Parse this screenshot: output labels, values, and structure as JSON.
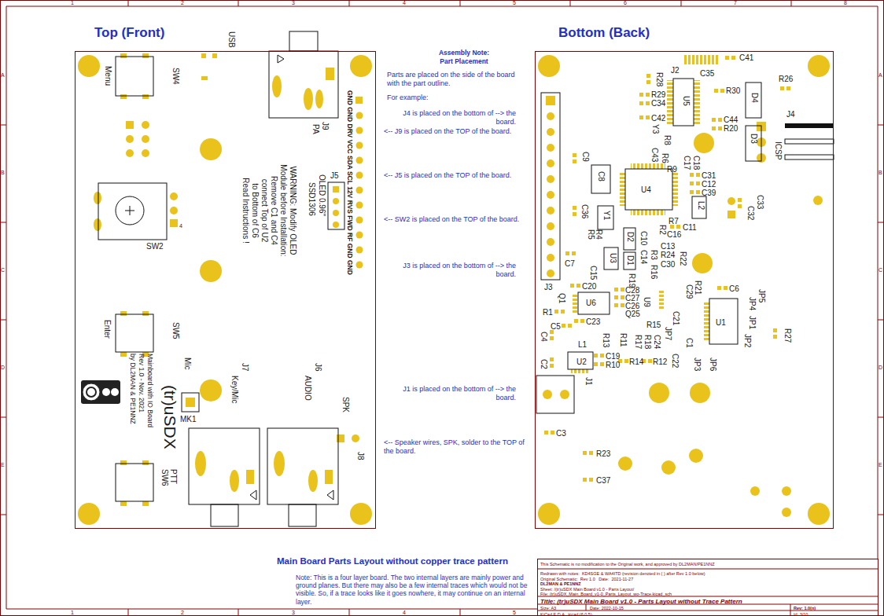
{
  "diagram": {
    "title": "Main Board Parts Layout without copper trace pattern",
    "caption": "Note: This is a four layer board. The two internal layers are mainly power and ground planes. But there may also be a few internal traces which would not be visible. So, if a trace looks like it goes nowhere, it may continue on an internal layer.",
    "nodes": [
      {
        "text": [
          "Top (Front)"
        ]
      },
      {
        "text": [
          "Bottom (Back)"
        ]
      },
      {
        "text": [
          "This Schematic is no modification to the Original work, and approved by DL2MAN/PE1NNZ",
          "Redrawn with notes:  KD4SGE & WA4ITD (revision denoted in ( ) after Rev 1.0 below)",
          "Original Schematic:  Rev 1.0   Date:  2021-11-27",
          "DL2MAN & PE1NNZ",
          "Sheet: /(tr)uSDX Main Board v1.0 - Parts Layout/",
          "File: (tr)uSDX_Main_Board_v1-0_Parts_Layout_wo-Trace.kicad_sch",
          "Title: (tr)uSDX Main Board v1.0 - Parts Layout without Trace Pattern",
          "Size: A3",
          "Date: 2022-10-15",
          "Rev: 1.0(n)",
          "KiCad E.D.A.  kicad (6.0.5)",
          "Id: 3/10"
        ]
      }
    ],
    "labels": [
      "1",
      "2",
      "3",
      "4",
      "5",
      "6",
      "7",
      "8",
      "1",
      "2",
      "3",
      "4",
      "5",
      "A",
      "B",
      "C",
      "D",
      "E",
      "A",
      "B",
      "C",
      "D",
      "E",
      "Menu",
      "SW4",
      "SW2",
      "4",
      "Enter",
      "SW5",
      "PTT",
      "SW6",
      "Mainboard with IO Board",
      "Rev 1.0 - Nov. 2021",
      "by DL2MAN & PE1NNZ",
      "(tr)uSDX",
      "Mic",
      "MK1",
      "J7",
      "Key/Mic",
      "J6",
      "AUDIO",
      "SPK",
      "J8",
      "USB",
      "J9",
      "PA",
      "GND GND DRV VCC SDA SCL 12V RVS FWD RF GND GND",
      "J5",
      "OLED 0.96\"",
      "SSD1306",
      "WARNING: Modify OLED",
      "Module before Installation:",
      "Remove C1 and C4",
      "connect Top of U2",
      "to Bottom of C6",
      "Read Instructions !",
      "Assembly Note:",
      "Part Placement",
      "Parts are placed on the side of the board with the part outline.",
      "For example:",
      "J4 is placed on the bottom of --> the board.",
      "<-- J9 is placed on the TOP of the board.",
      "<-- J5 is placed on the TOP of the board.",
      "<-- SW2 is placed on the TOP of the board.",
      "J3 is placed on the bottom of --> the board.",
      "J1 is placed on the bottom of --> the board.",
      "<-- Speaker wires, SPK, solder to the TOP of the board.",
      "J2",
      "C41",
      "R28",
      "C35",
      "R26",
      "R29",
      "C34",
      "U5",
      "R30",
      "D4",
      "J4",
      "C42",
      "C44",
      "R20",
      "Y3",
      "R8",
      "D3",
      "ICSP",
      "C43",
      "R6",
      "R9",
      "C17",
      "C18",
      "C9",
      "C8",
      "U4",
      "C31",
      "C12",
      "C39",
      "L2",
      "C33",
      "C32",
      "R7",
      "C36",
      "Y1",
      "C11",
      "R2",
      "C16",
      "R5",
      "R4",
      "D2",
      "C10",
      "C13",
      "R24",
      "R22",
      "C14",
      "U3",
      "D1",
      "R3",
      "R16",
      "C30",
      "C7",
      "C15",
      "R19",
      "C20",
      "J3",
      "Q1",
      "R1",
      "U6",
      "C28",
      "C27",
      "C26",
      "Q25",
      "U9",
      "C29",
      "R21",
      "C21",
      "C6",
      "JP5",
      "JP4",
      "JP1",
      "JP2",
      "U1",
      "R27",
      "C5",
      "C23",
      "R15",
      "JP7",
      "R13",
      "R11",
      "R17",
      "R18",
      "C24",
      "C1",
      "C4",
      "L1",
      "C19",
      "R10",
      "R14",
      "R12",
      "C22",
      "JP3",
      "JP6",
      "C2",
      "U2",
      "J1",
      "C3",
      "R23",
      "C37"
    ]
  }
}
